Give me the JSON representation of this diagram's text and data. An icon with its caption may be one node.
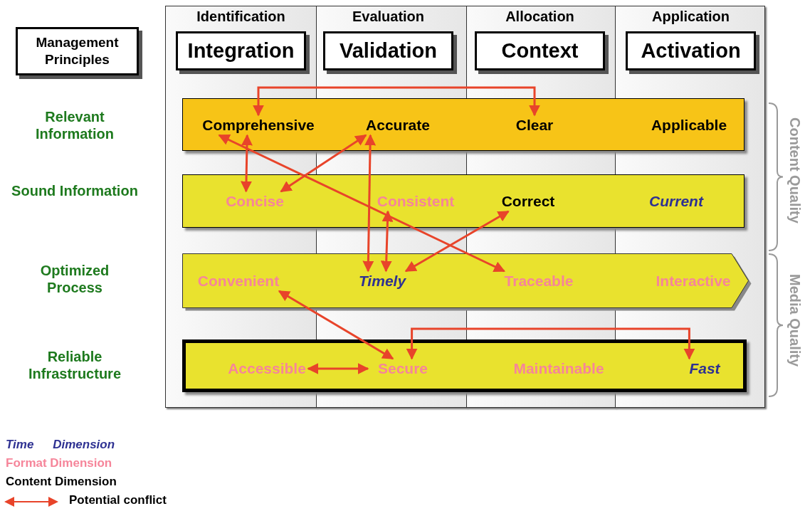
{
  "diagram": {
    "nodes": [
      {
        "text": [
          "Management Principles"
        ]
      },
      {
        "text": [
          "Identification",
          "Integration"
        ]
      },
      {
        "text": [
          "Evaluation",
          "Validation"
        ]
      },
      {
        "text": [
          "Allocation",
          "Context"
        ]
      },
      {
        "text": [
          "Application",
          "Activation"
        ]
      },
      {
        "text": [],
        "shape": "bar"
      },
      {
        "text": [
          "Comprehensive"
        ],
        "in": 5
      },
      {
        "text": [
          "Accurate"
        ],
        "in": 5
      },
      {
        "text": [
          "Clear"
        ],
        "in": 5
      },
      {
        "text": [
          "Applicable"
        ],
        "in": 5
      },
      {
        "text": [],
        "shape": "bar"
      },
      {
        "text": [
          "Concise"
        ],
        "in": 10
      },
      {
        "text": [
          "Consistent"
        ],
        "in": 10
      },
      {
        "text": [
          "Correct"
        ],
        "in": 10
      },
      {
        "text": [
          "Current"
        ],
        "in": 10
      },
      {
        "text": [],
        "shape": "arrow"
      },
      {
        "text": [
          "Convenient"
        ],
        "in": 15
      },
      {
        "text": [
          "Timely"
        ],
        "in": 15
      },
      {
        "text": [
          "Traceable"
        ],
        "in": 15
      },
      {
        "text": [
          "Interactive"
        ],
        "in": 15
      },
      {
        "text": [],
        "shape": "bar"
      },
      {
        "text": [
          "Accessible"
        ],
        "in": 20
      },
      {
        "text": [
          "Secure"
        ],
        "in": 20
      },
      {
        "text": [
          "Maintainable"
        ],
        "in": 20
      },
      {
        "text": [
          "Fast"
        ],
        "in": 20
      }
    ],
    "edges": [
      {
        "from": 6,
        "to": 8,
        "arrow": "both"
      },
      {
        "from": 6,
        "to": 11,
        "arrow": "both"
      },
      {
        "from": 7,
        "to": 11,
        "arrow": "both"
      },
      {
        "from": 6,
        "to": 18,
        "arrow": "both"
      },
      {
        "from": 7,
        "to": 17,
        "arrow": "both"
      },
      {
        "from": 12,
        "to": 17,
        "arrow": "both"
      },
      {
        "from": 13,
        "to": 17,
        "arrow": "both"
      },
      {
        "from": 16,
        "to": 22,
        "arrow": "both"
      },
      {
        "from": 21,
        "to": 22,
        "arrow": "both"
      },
      {
        "from": 22,
        "to": 24,
        "arrow": "both"
      }
    ],
    "labels": [
      "Relevant Information",
      "Sound Information",
      "Optimized Process",
      "Reliable Infrastructure",
      "Content Quality",
      "Media Quality"
    ],
    "legend": [
      {
        "text": "Time Dimension",
        "color": "#2e3192"
      },
      {
        "text": "Format Dimension",
        "color": "#f6859a"
      },
      {
        "text": "Content Dimension",
        "color": "#000000"
      },
      {
        "text": "Potential conflict"
      }
    ]
  }
}
